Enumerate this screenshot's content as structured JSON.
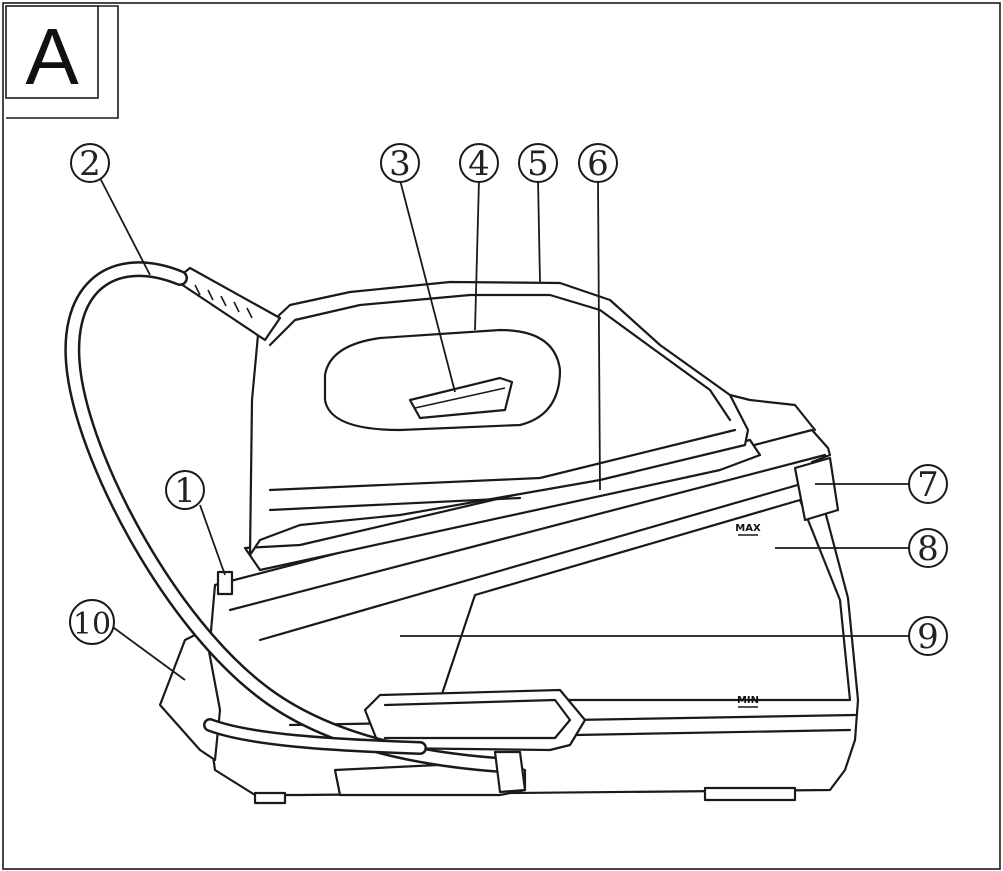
{
  "panel_label": "A",
  "callouts": [
    {
      "number": "1"
    },
    {
      "number": "2"
    },
    {
      "number": "3"
    },
    {
      "number": "4"
    },
    {
      "number": "5"
    },
    {
      "number": "6"
    },
    {
      "number": "7"
    },
    {
      "number": "8"
    },
    {
      "number": "9"
    },
    {
      "number": "10"
    }
  ],
  "tank_marks": {
    "max": "MAX",
    "min": "MIN"
  }
}
